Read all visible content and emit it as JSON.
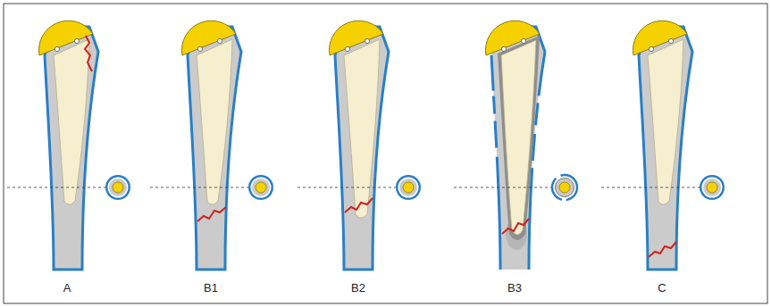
{
  "diagram": {
    "labels": [
      "A",
      "B1",
      "B2",
      "B3",
      "C"
    ]
  }
}
